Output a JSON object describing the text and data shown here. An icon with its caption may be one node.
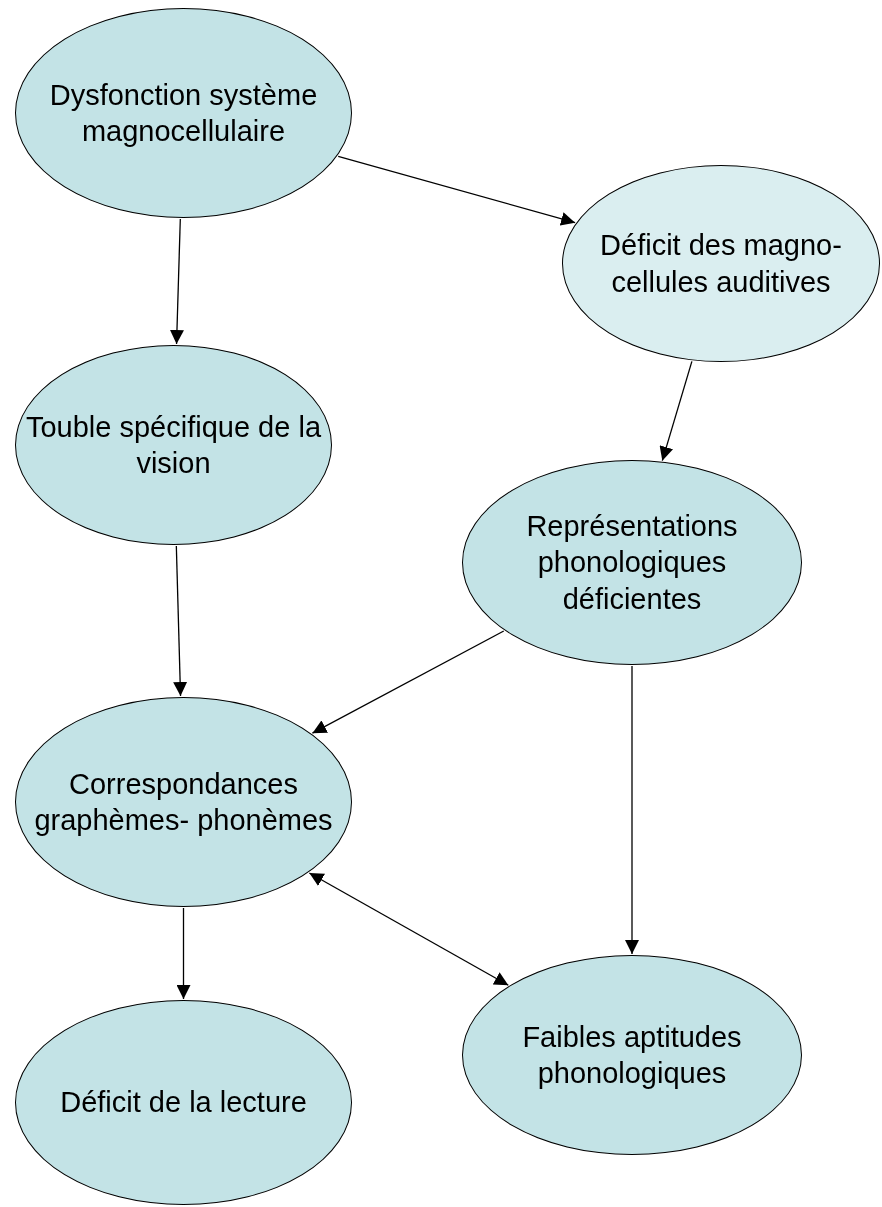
{
  "diagram": {
    "nodes": [
      {
        "text": [
          "Dysfonction système magnocellulaire"
        ]
      },
      {
        "text": [
          "Déficit des magno- cellules auditives"
        ]
      },
      {
        "text": [
          "Touble spécifique de la vision"
        ]
      },
      {
        "text": [
          "Représentations phonologiques déficientes"
        ]
      },
      {
        "text": [
          "Correspondances graphèmes- phonèmes"
        ]
      },
      {
        "text": [
          "Déficit de la lecture"
        ]
      },
      {
        "text": [
          "Faibles aptitudes phonologiques"
        ]
      }
    ],
    "edges": [
      {
        "from": 0,
        "to": 1,
        "arrow": "to"
      },
      {
        "from": 0,
        "to": 2,
        "arrow": "to"
      },
      {
        "from": 1,
        "to": 3,
        "arrow": "to"
      },
      {
        "from": 2,
        "to": 4,
        "arrow": "to"
      },
      {
        "from": 3,
        "to": 4,
        "arrow": "to"
      },
      {
        "from": 3,
        "to": 6,
        "arrow": "to"
      },
      {
        "from": 4,
        "to": 6,
        "arrow": "both"
      },
      {
        "from": 4,
        "to": 5,
        "arrow": "to"
      }
    ]
  }
}
